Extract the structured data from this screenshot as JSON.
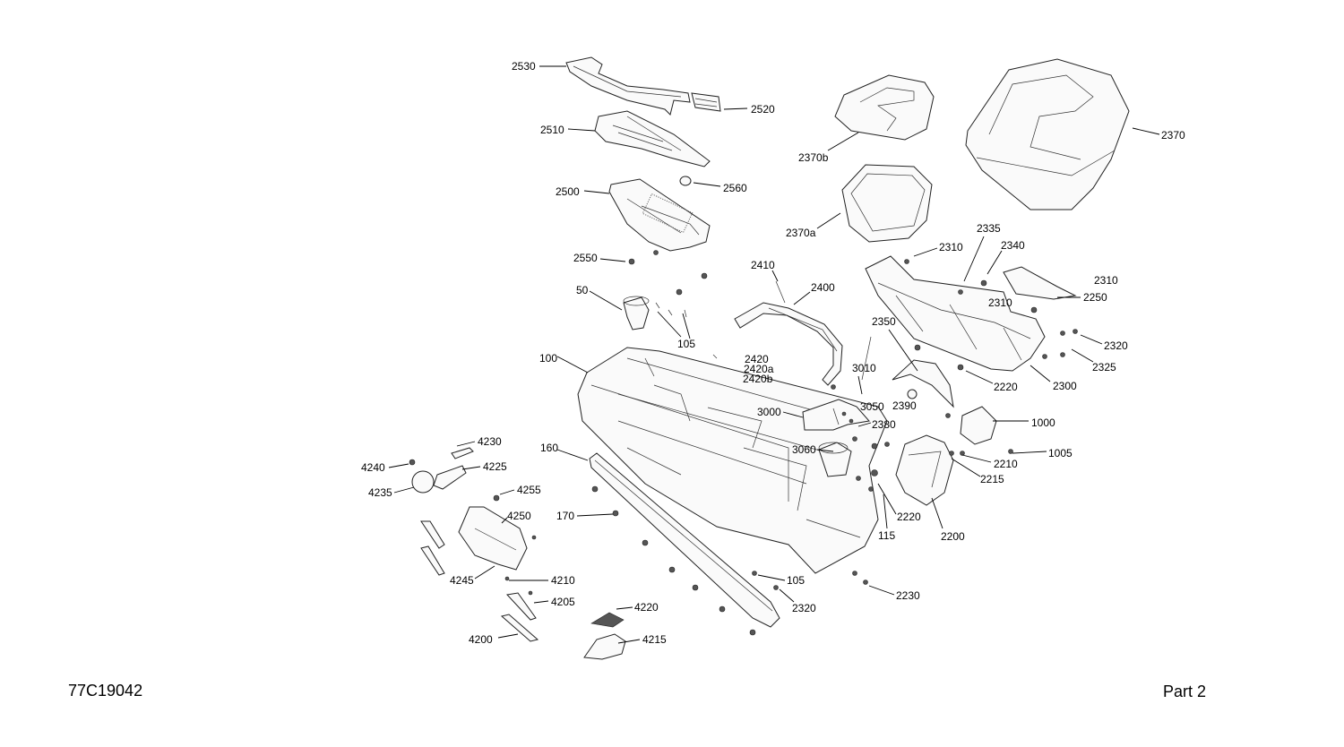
{
  "drawing_id": "77C19042",
  "sheet_label": "Part 2",
  "callouts": [
    {
      "id": "c2530",
      "text": "2530"
    },
    {
      "id": "c2520",
      "text": "2520"
    },
    {
      "id": "c2510",
      "text": "2510"
    },
    {
      "id": "c2560",
      "text": "2560"
    },
    {
      "id": "c2500",
      "text": "2500"
    },
    {
      "id": "c2550",
      "text": "2550"
    },
    {
      "id": "c50",
      "text": "50"
    },
    {
      "id": "c105a",
      "text": "105"
    },
    {
      "id": "c100",
      "text": "100"
    },
    {
      "id": "c160",
      "text": "160"
    },
    {
      "id": "c170",
      "text": "170"
    },
    {
      "id": "c2410",
      "text": "2410"
    },
    {
      "id": "c2400",
      "text": "2400"
    },
    {
      "id": "c2420",
      "text": "2420"
    },
    {
      "id": "c2420a",
      "text": "2420a"
    },
    {
      "id": "c2420b",
      "text": "2420b"
    },
    {
      "id": "c2370b",
      "text": "2370b"
    },
    {
      "id": "c2370",
      "text": "2370"
    },
    {
      "id": "c2370a",
      "text": "2370a"
    },
    {
      "id": "c2310a",
      "text": "2310"
    },
    {
      "id": "c2335",
      "text": "2335"
    },
    {
      "id": "c2340",
      "text": "2340"
    },
    {
      "id": "c2310b",
      "text": "2310"
    },
    {
      "id": "c2250",
      "text": "2250"
    },
    {
      "id": "c2310c",
      "text": "2310"
    },
    {
      "id": "c2350",
      "text": "2350"
    },
    {
      "id": "c2320a",
      "text": "2320"
    },
    {
      "id": "c2325",
      "text": "2325"
    },
    {
      "id": "c2220a",
      "text": "2220"
    },
    {
      "id": "c2300",
      "text": "2300"
    },
    {
      "id": "c3010",
      "text": "3010"
    },
    {
      "id": "c2390",
      "text": "2390"
    },
    {
      "id": "c3000",
      "text": "3000"
    },
    {
      "id": "c3050",
      "text": "3050"
    },
    {
      "id": "c2380",
      "text": "2380"
    },
    {
      "id": "c1000",
      "text": "1000"
    },
    {
      "id": "c3060",
      "text": "3060"
    },
    {
      "id": "c1005",
      "text": "1005"
    },
    {
      "id": "c2210",
      "text": "2210"
    },
    {
      "id": "c2215",
      "text": "2215"
    },
    {
      "id": "c2220b",
      "text": "2220"
    },
    {
      "id": "c115",
      "text": "115"
    },
    {
      "id": "c2200",
      "text": "2200"
    },
    {
      "id": "c105b",
      "text": "105"
    },
    {
      "id": "c2320b",
      "text": "2320"
    },
    {
      "id": "c2230",
      "text": "2230"
    },
    {
      "id": "c4230",
      "text": "4230"
    },
    {
      "id": "c4240",
      "text": "4240"
    },
    {
      "id": "c4225",
      "text": "4225"
    },
    {
      "id": "c4235",
      "text": "4235"
    },
    {
      "id": "c4255",
      "text": "4255"
    },
    {
      "id": "c4250",
      "text": "4250"
    },
    {
      "id": "c4245",
      "text": "4245"
    },
    {
      "id": "c4210",
      "text": "4210"
    },
    {
      "id": "c4205",
      "text": "4205"
    },
    {
      "id": "c4220",
      "text": "4220"
    },
    {
      "id": "c4200",
      "text": "4200"
    },
    {
      "id": "c4215",
      "text": "4215"
    }
  ]
}
